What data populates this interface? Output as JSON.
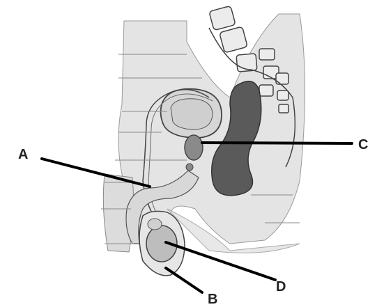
{
  "diagram": {
    "labels": {
      "a": "A",
      "b": "B",
      "c": "C",
      "d": "D"
    },
    "colors": {
      "tissue_light": "#e4e4e4",
      "tissue_mid": "#cfcfcf",
      "rectum_dark": "#5a5a5a",
      "vertebra": "#ececec",
      "outline": "#444444",
      "pointer": "#000000"
    }
  }
}
